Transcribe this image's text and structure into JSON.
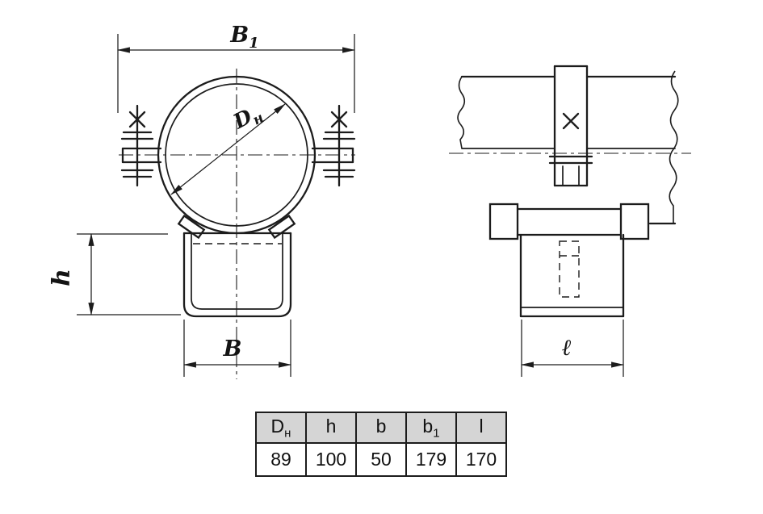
{
  "drawing": {
    "front_view": {
      "label_b1": {
        "main": "B",
        "sub": "1"
      },
      "label_dn": {
        "main": "D",
        "sub": "н"
      },
      "label_h": "h",
      "label_b": "B"
    },
    "side_view": {
      "label_l": "ℓ"
    }
  },
  "dimensions_table": {
    "headers": [
      {
        "main": "D",
        "sub": "н"
      },
      {
        "main": "h",
        "sub": ""
      },
      {
        "main": "b",
        "sub": ""
      },
      {
        "main": "b",
        "sub": "1"
      },
      {
        "main": "l",
        "sub": ""
      }
    ],
    "values": [
      "89",
      "100",
      "50",
      "179",
      "170"
    ]
  },
  "colors": {
    "ink": "#1c1c1c",
    "table_header_bg": "#d5d5d5",
    "background": "#ffffff"
  }
}
